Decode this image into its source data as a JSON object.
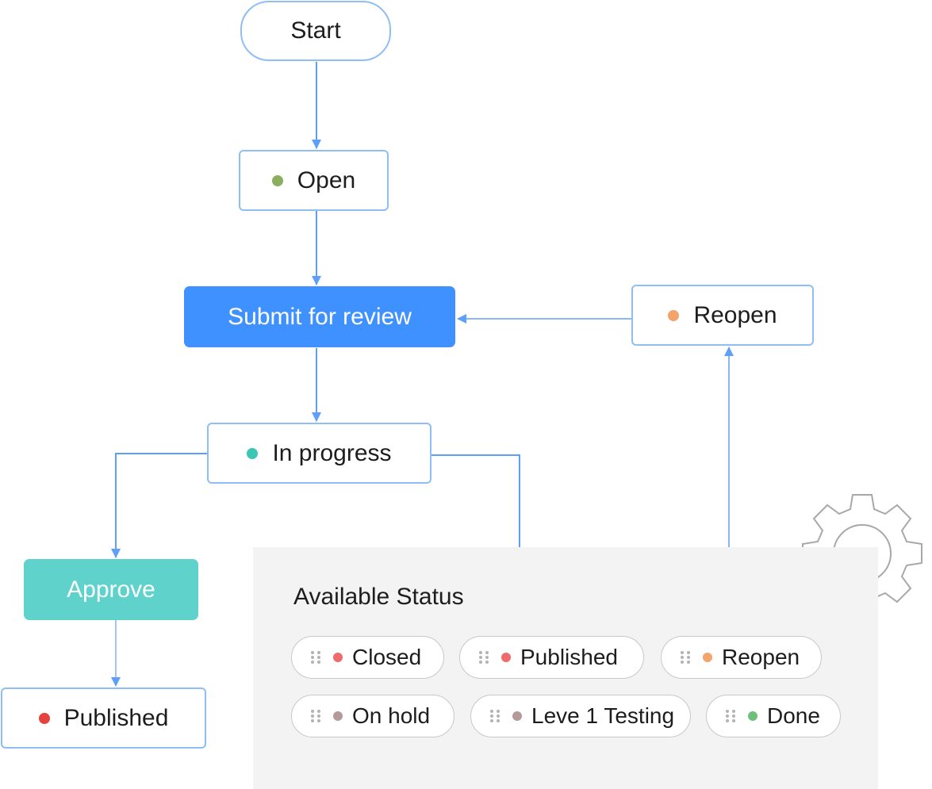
{
  "diagram": {
    "start": {
      "label": "Start"
    },
    "open": {
      "label": "Open",
      "dot_color": "#8aaf5e"
    },
    "submit": {
      "label": "Submit for review",
      "color": "#3e91ff"
    },
    "reopen": {
      "label": "Reopen",
      "dot_color": "#f2a46b"
    },
    "in_progress": {
      "label": "In progress",
      "dot_color": "#3cc6b4"
    },
    "approve": {
      "label": "Approve",
      "color": "#5fd2cb"
    },
    "published": {
      "label": "Published",
      "dot_color": "#e5423d"
    },
    "edge_color": "#5ea0f7",
    "node_border_color": "#8fbdf5"
  },
  "available_status": {
    "title": "Available Status",
    "chips": [
      {
        "label": "Closed",
        "dot_color": "#ef6b6b"
      },
      {
        "label": "Published",
        "dot_color": "#ef6b6b"
      },
      {
        "label": "Reopen",
        "dot_color": "#f2a46b"
      },
      {
        "label": "On hold",
        "dot_color": "#b59a9a"
      },
      {
        "label": "Leve 1 Testing",
        "dot_color": "#b59a9a"
      },
      {
        "label": "Done",
        "dot_color": "#6cc07a"
      }
    ]
  },
  "decoration": {
    "icon": "gear-icon"
  }
}
